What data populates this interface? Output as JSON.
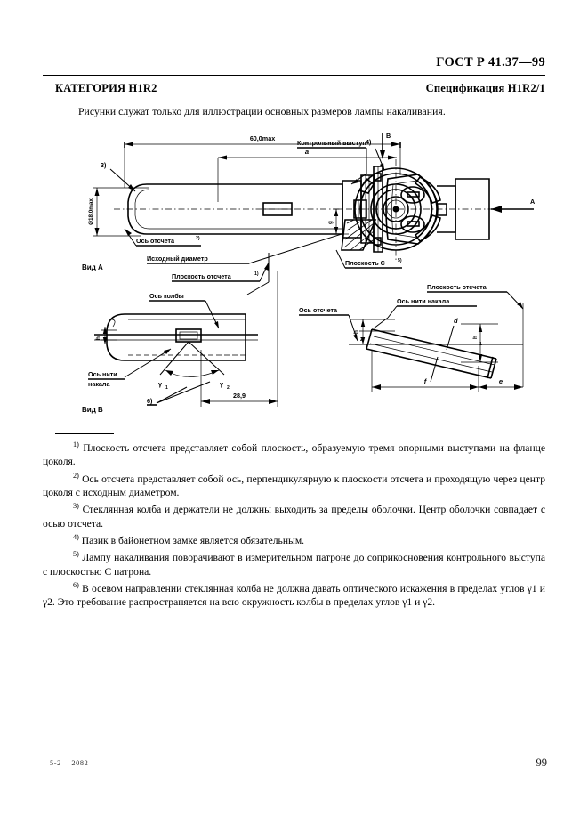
{
  "header": {
    "standard": "ГОСТ Р 41.37—99",
    "category": "КАТЕГОРИЯ H1R2",
    "specification": "Спецификация H1R2/1",
    "intro": "Рисунки служат только для иллюстрации основных размеров лампы накаливания."
  },
  "figure": {
    "view_a_label": "Вид А",
    "view_b_label": "Вид В",
    "dim_overall": "60,0max",
    "dim_a": "a",
    "dim_diameter": "Ø18,0max",
    "dim_28_9": "28,9",
    "callout_3": "3)",
    "callout_4": "4)",
    "callout_6": "6)",
    "label_axis_reference": "Ось отсчета",
    "label_axis_reference_sup": "2)",
    "label_initial_diameter": "Исходный диаметр",
    "label_reference_plane": "Плоскость отсчета",
    "label_reference_plane_sup": "1)",
    "label_control_boss": "Контрольный выступ",
    "label_plane_c": "Плоскость C",
    "label_plane_c_sup": "5)",
    "label_bulb_axis": "Ось колбы",
    "label_filament_axis_1": "Ось нити",
    "label_filament_axis_2": "накала",
    "label_filament_axis": "Ось нити накала",
    "label_axis_reference_plain": "Ось отсчета",
    "label_reference_plane_plain": "Плоскость отсчета",
    "arrow_a": "A",
    "arrow_b": "B",
    "sym_gamma1": "γ",
    "sym_gamma1_sub": "1",
    "sym_gamma2": "γ",
    "sym_gamma2_sub": "2",
    "sym_d": "d",
    "sym_e": "e",
    "sym_f": "f",
    "sym_h1": "h",
    "sym_h1_sub": "1",
    "sym_h2": "h",
    "sym_h2_sub": "2",
    "sym_g": "g"
  },
  "footnotes": [
    {
      "marker": "1)",
      "text": "Плоскость отсчета представляет собой плоскость, образуемую тремя опорными выступами на фланце цоколя."
    },
    {
      "marker": "2)",
      "text": "Ось отсчета представляет собой ось,  перпендикулярную к плоскости отсчета и проходящую через центр цоколя с исходным диаметром."
    },
    {
      "marker": "3)",
      "text": "Стеклянная колба и держатели не должны выходить  за пределы оболочки.  Центр оболочки совпадает с осью отсчета."
    },
    {
      "marker": "4)",
      "text": "Пазик в байонетном замке является обязательным."
    },
    {
      "marker": "5)",
      "text": "Лампу накаливания поворачивают в измерительном патроне  до соприкосновения контрольного выступа с плоскостью C патрона."
    },
    {
      "marker": "6)",
      "text": "В осевом направлении стеклянная колба не должна давать оптического искажения в пределах углов γ1 и γ2. Это требование распространяется на всю окружность колбы в пределах углов γ1 и γ2."
    }
  ],
  "footer": {
    "signature": "5-2— 2082",
    "page_number": "99"
  }
}
